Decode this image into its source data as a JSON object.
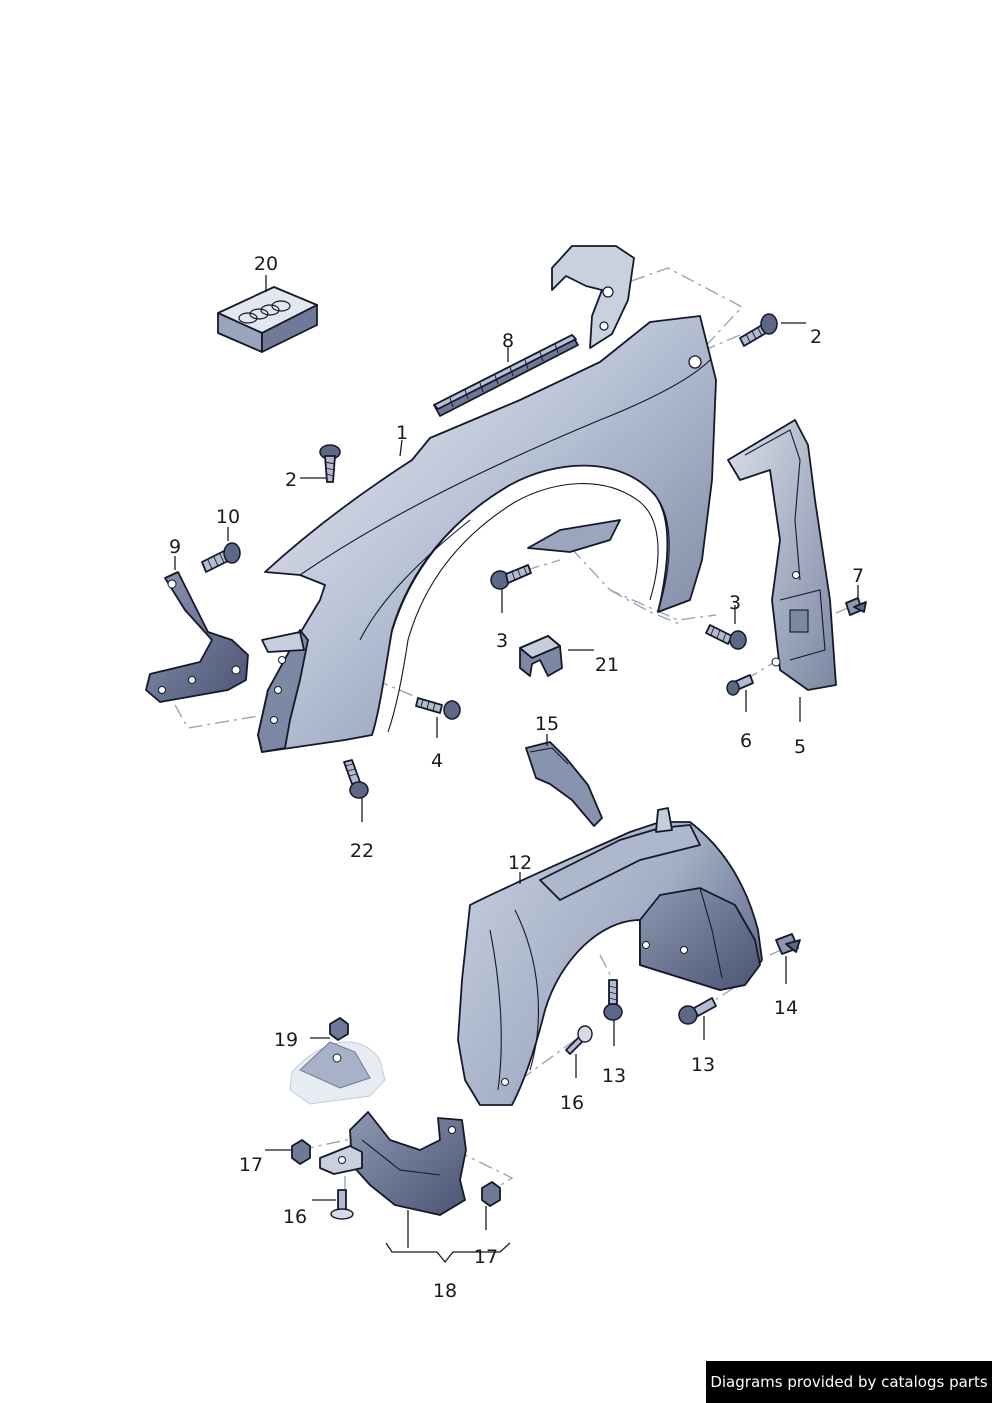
{
  "callouts": {
    "c20": "20",
    "c8": "8",
    "c2a": "2",
    "c1": "1",
    "c2b": "2",
    "c10": "10",
    "c9": "9",
    "c3a": "3",
    "c3b": "3",
    "c7": "7",
    "c21": "21",
    "c6": "6",
    "c5": "5",
    "c4": "4",
    "c22": "22",
    "c15": "15",
    "c12": "12",
    "c14": "14",
    "c13a": "13",
    "c13b": "13",
    "c16a": "16",
    "c19": "19",
    "c17a": "17",
    "c16b": "16",
    "c17b": "17",
    "c18": "18"
  },
  "footer": {
    "text": "Diagrams provided by catalogs parts"
  },
  "colors": {
    "part_light": "#dfe4ee",
    "part_mid": "#a7b2c8",
    "part_dark": "#5c6784",
    "outline": "#14182a"
  }
}
